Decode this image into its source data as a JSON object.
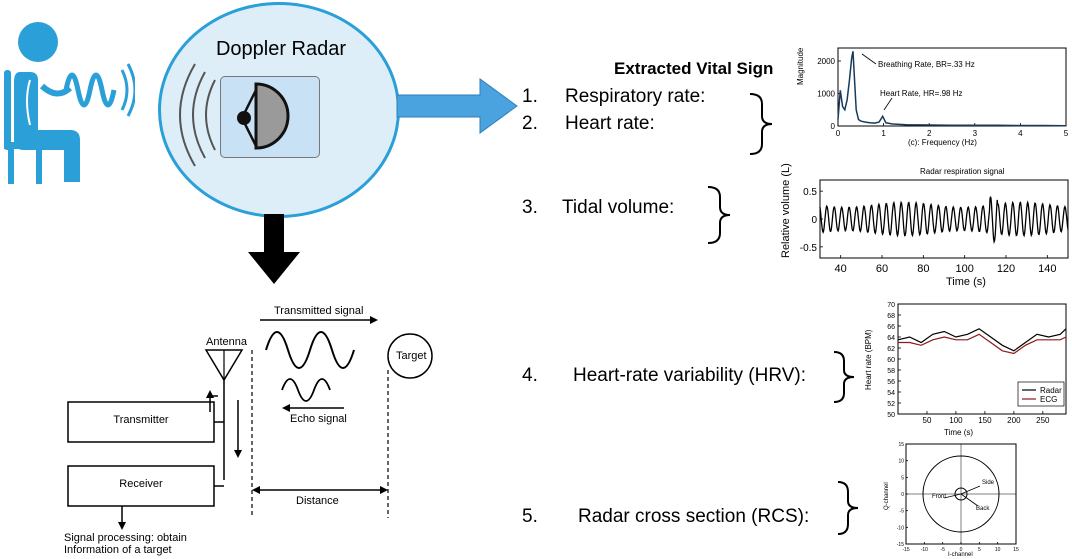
{
  "doppler": {
    "title": "Doppler Radar"
  },
  "vitals": {
    "heading": "Extracted Vital Sign",
    "items": [
      {
        "num": "1.",
        "label": "Respiratory rate:"
      },
      {
        "num": "2.",
        "label": "Heart rate:"
      },
      {
        "num": "3.",
        "label": "Tidal volume:"
      },
      {
        "num": "4.",
        "label": "Heart-rate variability (HRV):"
      },
      {
        "num": "5.",
        "label": "Radar cross section (RCS):"
      }
    ]
  },
  "radar_block": {
    "antenna": "Antenna",
    "transmitted": "Transmitted signal",
    "echo": "Echo signal",
    "target": "Target",
    "transmitter": "Transmitter",
    "receiver": "Receiver",
    "distance": "Distance",
    "processing_line1": "Signal processing: obtain",
    "processing_line2": "Information of a target"
  },
  "colors": {
    "accent_blue": "#2a9fd8",
    "circle_fill": "#ddeef9",
    "box_fill": "#c9e1f4",
    "arrow_blue": "#4aa3df"
  },
  "chart_data": [
    {
      "type": "line",
      "title": "",
      "xlabel": "(c): Frequency (Hz)",
      "ylabel": "Magnitude",
      "xlim": [
        0,
        5
      ],
      "ylim": [
        0,
        2400
      ],
      "xticks": [
        "0",
        "1",
        "2",
        "3",
        "4",
        "5"
      ],
      "yticks": [
        "0",
        "1000",
        "2000"
      ],
      "annotations": [
        "Breathing Rate, BR=.33 Hz",
        "Heart Rate, HR=.98 Hz"
      ],
      "x": [
        0.0,
        0.05,
        0.1,
        0.15,
        0.2,
        0.25,
        0.3,
        0.33,
        0.36,
        0.4,
        0.45,
        0.5,
        0.6,
        0.7,
        0.8,
        0.9,
        0.98,
        1.05,
        1.2,
        1.5,
        2.0,
        2.5,
        3.0,
        3.5,
        4.0,
        4.5,
        5.0
      ],
      "y": [
        200,
        1100,
        600,
        500,
        800,
        1400,
        2100,
        2300,
        1500,
        500,
        200,
        150,
        120,
        100,
        90,
        120,
        300,
        100,
        60,
        40,
        30,
        25,
        20,
        20,
        15,
        15,
        10
      ]
    },
    {
      "type": "line",
      "title": "Radar respiration signal",
      "xlabel": "Time (s)",
      "ylabel": "Relative volume (L)",
      "xlim": [
        30,
        150
      ],
      "ylim": [
        -0.7,
        0.7
      ],
      "xticks": [
        "40",
        "60",
        "80",
        "100",
        "120",
        "140"
      ],
      "yticks": [
        "0.5",
        "0",
        "-0.5"
      ],
      "period_s": 3.6,
      "amplitude_L": 0.3
    },
    {
      "type": "line",
      "title": "",
      "xlabel": "Time (s)",
      "ylabel": "Heart rate (BPM)",
      "xlim": [
        0,
        290
      ],
      "ylim": [
        50,
        70
      ],
      "xticks": [
        "50",
        "100",
        "150",
        "200",
        "250"
      ],
      "yticks": [
        "70",
        "68",
        "66",
        "64",
        "62",
        "60",
        "58",
        "56",
        "54",
        "52",
        "50"
      ],
      "series": [
        {
          "name": "Radar",
          "x": [
            0,
            20,
            40,
            60,
            80,
            100,
            120,
            140,
            160,
            180,
            200,
            220,
            240,
            260,
            280,
            290
          ],
          "y": [
            63.5,
            64,
            63,
            64.5,
            65,
            64,
            64.5,
            65.5,
            64,
            62.5,
            61.5,
            63,
            64.5,
            64,
            64.5,
            65.5
          ]
        },
        {
          "name": "ECG",
          "x": [
            0,
            20,
            40,
            60,
            80,
            100,
            120,
            140,
            160,
            180,
            200,
            220,
            240,
            260,
            280,
            290
          ],
          "y": [
            63,
            63,
            62.5,
            63.5,
            64,
            63.5,
            63.5,
            64.5,
            63,
            61.5,
            61,
            62.5,
            63.5,
            63.5,
            63.5,
            64
          ]
        }
      ]
    },
    {
      "type": "scatter",
      "title": "",
      "xlabel": "I-channel",
      "ylabel": "Q-channel",
      "xlim": [
        -15,
        15
      ],
      "ylim": [
        -15,
        15
      ],
      "xticks": [
        "-15",
        "-10",
        "-5",
        "0",
        "5",
        "10",
        "15"
      ],
      "yticks": [
        "15",
        "10",
        "5",
        "0",
        "-5",
        "-10",
        "-15"
      ],
      "annotations": [
        "Side",
        "Front",
        "Back"
      ]
    }
  ]
}
